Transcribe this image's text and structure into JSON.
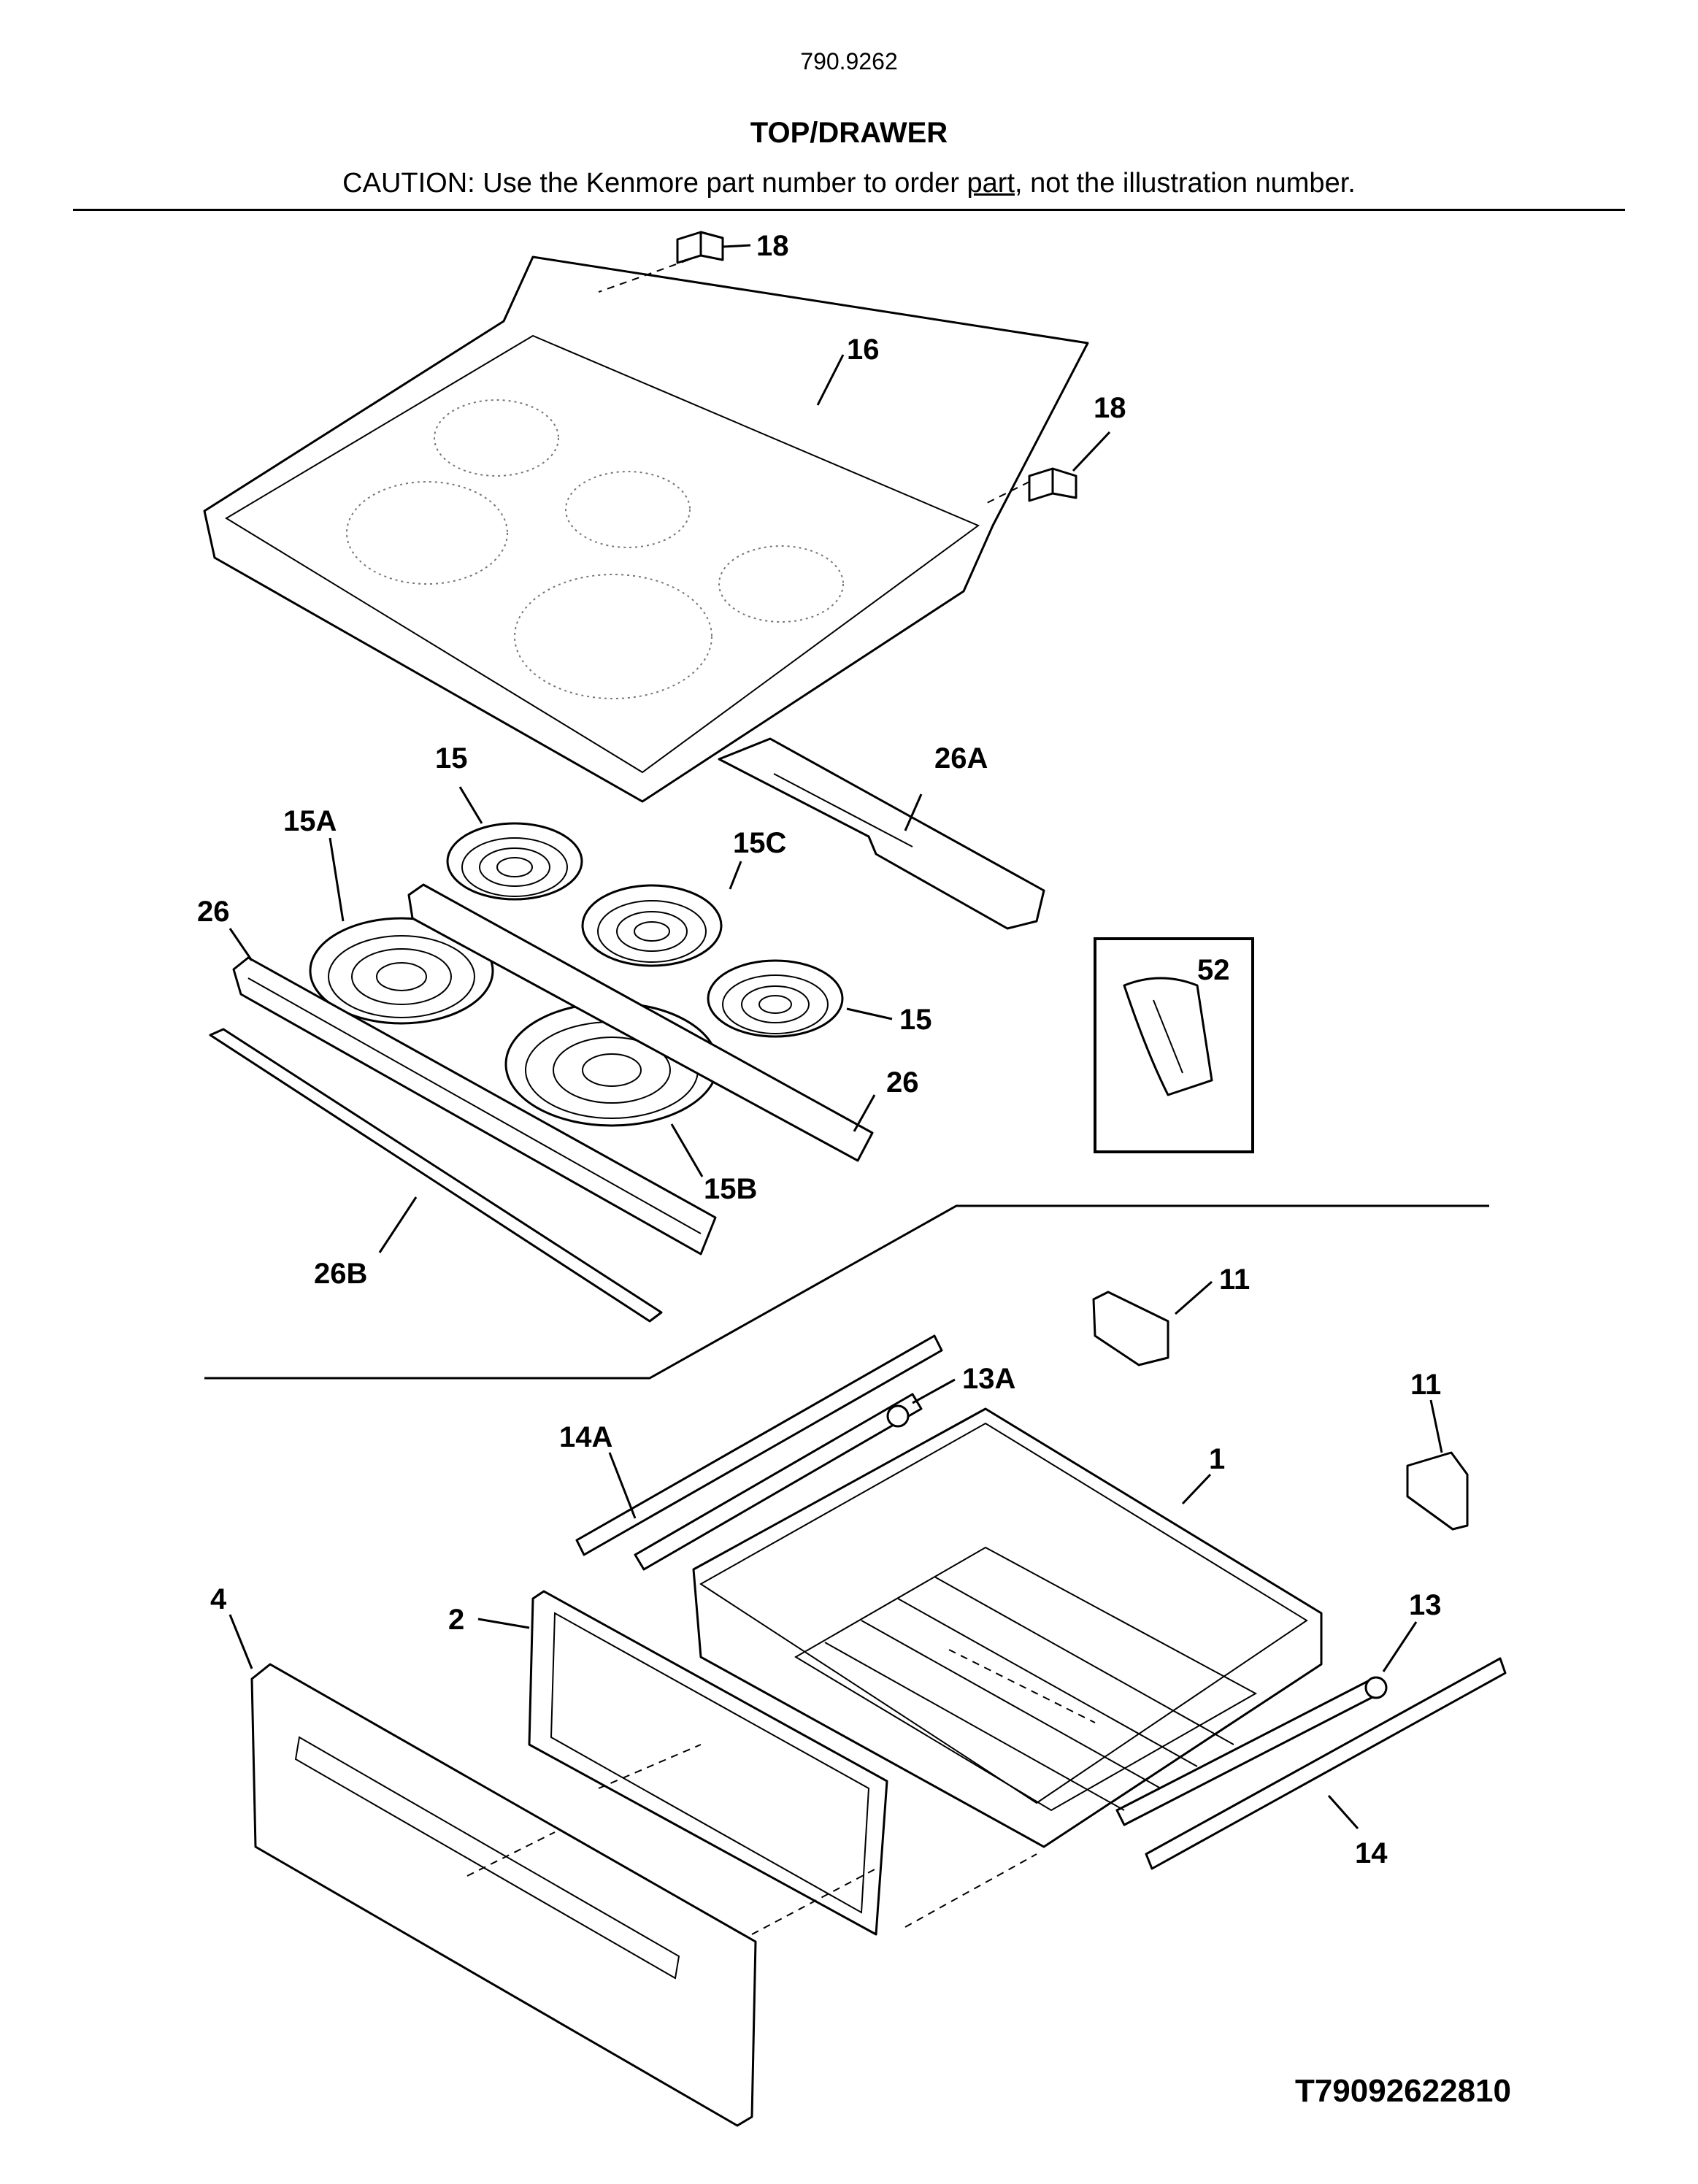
{
  "header": {
    "model": "790.9262",
    "title": "TOP/DRAWER",
    "caution_before": "CAUTION: Use the Kenmore part number to order ",
    "caution_link": "part",
    "caution_after": ", not the illustration number."
  },
  "callouts": {
    "c18a": "18",
    "c16": "16",
    "c18b": "18",
    "c15top": "15",
    "c15a": "15A",
    "c26a": "26A",
    "c15c": "15C",
    "c26left": "26",
    "c52": "52",
    "c15right": "15",
    "c26right": "26",
    "c15b": "15B",
    "c26b": "26B",
    "c11a": "11",
    "c13a": "13A",
    "c11b": "11",
    "c14a": "14A",
    "c1": "1",
    "c4": "4",
    "c2": "2",
    "c13": "13",
    "c14": "14"
  },
  "footer": {
    "code": "T79092622810"
  }
}
